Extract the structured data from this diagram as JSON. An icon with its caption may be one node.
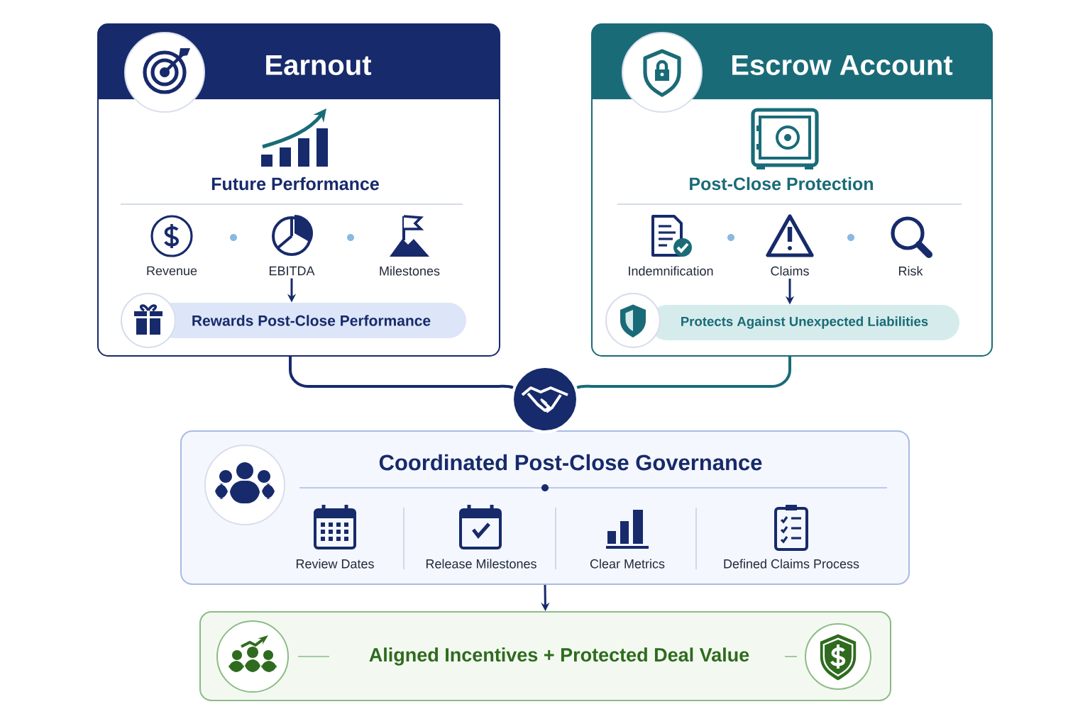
{
  "diagram": {
    "nodes": [
      {
        "text": [
          "Earnout",
          "Future Performance"
        ]
      },
      {
        "text": [
          "Revenue"
        ],
        "in": 0
      },
      {
        "text": [
          "EBITDA"
        ],
        "in": 0
      },
      {
        "text": [
          "Milestones"
        ],
        "in": 0
      },
      {
        "text": [
          "Rewards Post-Close Performance"
        ],
        "in": 0
      },
      {
        "text": [
          "Escrow Account",
          "Post-Close Protection"
        ]
      },
      {
        "text": [
          "Indemnification"
        ],
        "in": 5
      },
      {
        "text": [
          "Claims"
        ],
        "in": 5
      },
      {
        "text": [
          "Risk"
        ],
        "in": 5
      },
      {
        "text": [
          "Protects Against Unexpected Liabilities"
        ],
        "in": 5
      },
      {
        "text": [],
        "shape": "circle"
      },
      {
        "text": [
          "Coordinated Post-Close Governance"
        ]
      },
      {
        "text": [
          "Review Dates"
        ],
        "in": 11
      },
      {
        "text": [
          "Release Milestones"
        ],
        "in": 11
      },
      {
        "text": [
          "Clear Metrics"
        ],
        "in": 11
      },
      {
        "text": [
          "Defined Claims Process"
        ],
        "in": 11
      },
      {
        "text": [
          "Aligned Incentives + Protected Deal Value"
        ]
      }
    ],
    "edges": [
      {
        "from": 2,
        "to": 4,
        "arrow": "to"
      },
      {
        "from": 7,
        "to": 9,
        "arrow": "to"
      },
      {
        "from": 0,
        "to": 10,
        "arrow": "none"
      },
      {
        "from": 5,
        "to": 10,
        "arrow": "none",
        "color": "#1a6b78"
      },
      {
        "from": 11,
        "to": 16,
        "arrow": "to"
      }
    ]
  }
}
